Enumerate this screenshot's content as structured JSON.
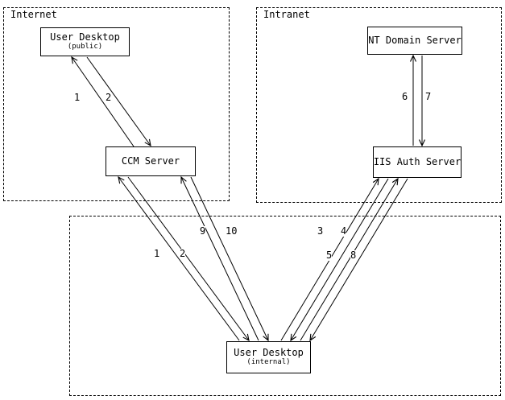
{
  "diagram": {
    "background": "#ffffff",
    "line_color": "#000000",
    "zones": {
      "internet": {
        "label": "Internet"
      },
      "intranet": {
        "label": "Intranet"
      }
    },
    "nodes": {
      "user_desktop_public": {
        "title": "User Desktop",
        "subtitle": "(public)"
      },
      "ccm_server": {
        "title": "CCM Server"
      },
      "nt_domain_server": {
        "title": "NT Domain Server"
      },
      "iis_auth_server": {
        "title": "IIS Auth Server"
      },
      "user_desktop_internal": {
        "title": "User Desktop",
        "subtitle": "(internal)"
      }
    },
    "edge_labels": {
      "public_ccm_1": "1",
      "public_ccm_2": "2",
      "nt_iis_6": "6",
      "nt_iis_7": "7",
      "ccm_internal_9": "9",
      "ccm_internal_10": "10",
      "ccm_internal_1": "1",
      "ccm_internal_2": "2",
      "iis_internal_3": "3",
      "iis_internal_4": "4",
      "iis_internal_5": "5",
      "iis_internal_8": "8"
    }
  }
}
